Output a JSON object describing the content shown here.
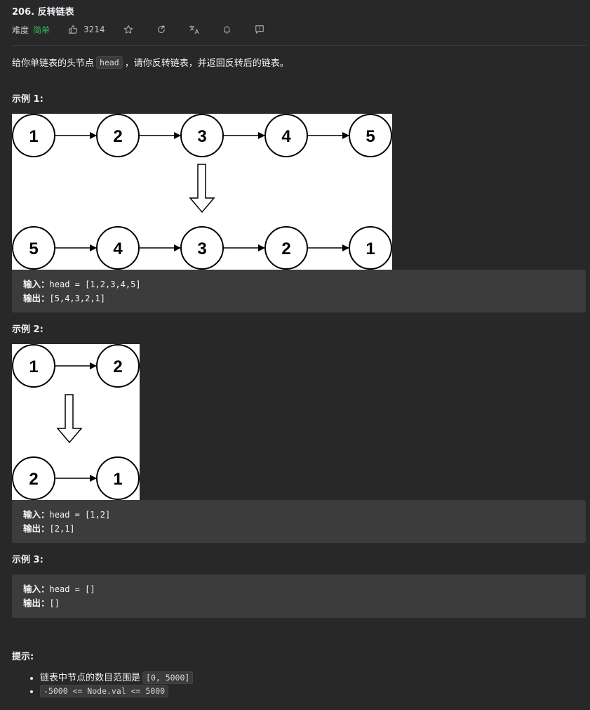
{
  "problem": {
    "title": "206. 反转链表",
    "difficulty_label": "难度",
    "difficulty_value": "简单",
    "likes": "3214"
  },
  "toolbar_icons": [
    "thumbs-up-icon",
    "star-icon",
    "share-icon",
    "translate-icon",
    "bell-icon",
    "feedback-icon"
  ],
  "description": {
    "before": "给你单链表的头节点",
    "code": "head",
    "after": "，请你反转链表，并返回反转后的链表。"
  },
  "examples": [
    {
      "heading": "示例 1:",
      "input_label": "输入：",
      "input_value": "head = [1,2,3,4,5]",
      "output_label": "输出：",
      "output_value": "[5,4,3,2,1]",
      "top_row": [
        "1",
        "2",
        "3",
        "4",
        "5"
      ],
      "bottom_row": [
        "5",
        "4",
        "3",
        "2",
        "1"
      ]
    },
    {
      "heading": "示例 2:",
      "input_label": "输入：",
      "input_value": "head = [1,2]",
      "output_label": "输出：",
      "output_value": "[2,1]",
      "top_row": [
        "1",
        "2"
      ],
      "bottom_row": [
        "2",
        "1"
      ]
    },
    {
      "heading": "示例 3:",
      "input_label": "输入：",
      "input_value": "head = []",
      "output_label": "输出：",
      "output_value": "[]"
    }
  ],
  "hints": {
    "heading": "提示:",
    "item1_text": "链表中节点的数目范围是",
    "item1_code": "[0, 5000]",
    "item2_code": "-5000 <= Node.val <= 5000"
  },
  "colors": {
    "background": "#282828",
    "difficulty_easy": "#2cbb5d",
    "code_block": "#3c3c3c"
  }
}
